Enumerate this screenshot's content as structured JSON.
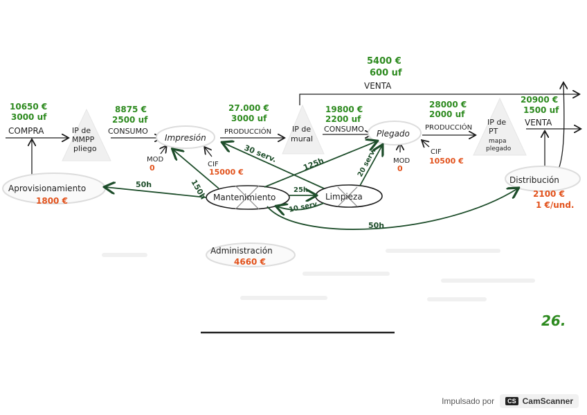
{
  "nodes": {
    "aprovisionamiento": {
      "label": "Aprovisionamiento",
      "cost": "1800 €"
    },
    "ip_mmpp": {
      "line1": "IP de",
      "line2": "MMPP",
      "line3": "pliego"
    },
    "impresion": {
      "label": "Impresión"
    },
    "ip_mural": {
      "line1": "IP de",
      "line2": "mural"
    },
    "plegado": {
      "label": "Plegado"
    },
    "ip_pt": {
      "line1": "IP de",
      "line2": "PT",
      "line3": "mapa",
      "line4": "plegado"
    },
    "distribucion": {
      "label": "Distribución",
      "cost": "2100 €",
      "unit_cost": "1 €/und."
    },
    "mantenimiento": {
      "label": "Mantenimiento"
    },
    "limpieza": {
      "label": "Limpieza"
    },
    "administracion": {
      "label": "Administración",
      "cost": "4660 €"
    }
  },
  "flows": {
    "compra": {
      "amount": "10650 €",
      "qty": "3000 uf",
      "label": "COMPRA"
    },
    "consumo1": {
      "amount": "8875 €",
      "qty": "2500 uf",
      "label": "CONSUMO"
    },
    "produccion1": {
      "amount": "27.000 €",
      "qty": "3000 uf",
      "label": "PRODUCCIÓN"
    },
    "consumo2": {
      "amount": "19800 €",
      "qty": "2200 uf",
      "label": "CONSUMO"
    },
    "produccion2": {
      "amount": "28000 €",
      "qty": "2000 uf",
      "label": "PRODUCCIÓN"
    },
    "venta1": {
      "amount": "5400 €",
      "qty": "600 uf",
      "label": "VENTA"
    },
    "venta2": {
      "amount": "20900 €",
      "qty": "1500 uf",
      "label": "VENTA"
    }
  },
  "inputs": {
    "mod1": {
      "label": "MOD",
      "value": "0"
    },
    "cif1": {
      "label": "CIF",
      "value": "15000 €"
    },
    "mod2": {
      "label": "MOD",
      "value": "0"
    },
    "cif2": {
      "label": "CIF",
      "value": "10500 €"
    }
  },
  "arrows": {
    "mant_aprov": "50h",
    "mant_impresion": "150h",
    "mant_ipmural": "125h",
    "mant_limpieza": "25h",
    "mant_distrib": "50h",
    "limp_impresion": "30 serv.",
    "limp_plegado": "20 serv.",
    "limp_mant": "10 serv."
  },
  "page_number": "26.",
  "footer": {
    "prefix": "Impulsado por",
    "brand_logo": "CS",
    "brand": "CamScanner"
  }
}
